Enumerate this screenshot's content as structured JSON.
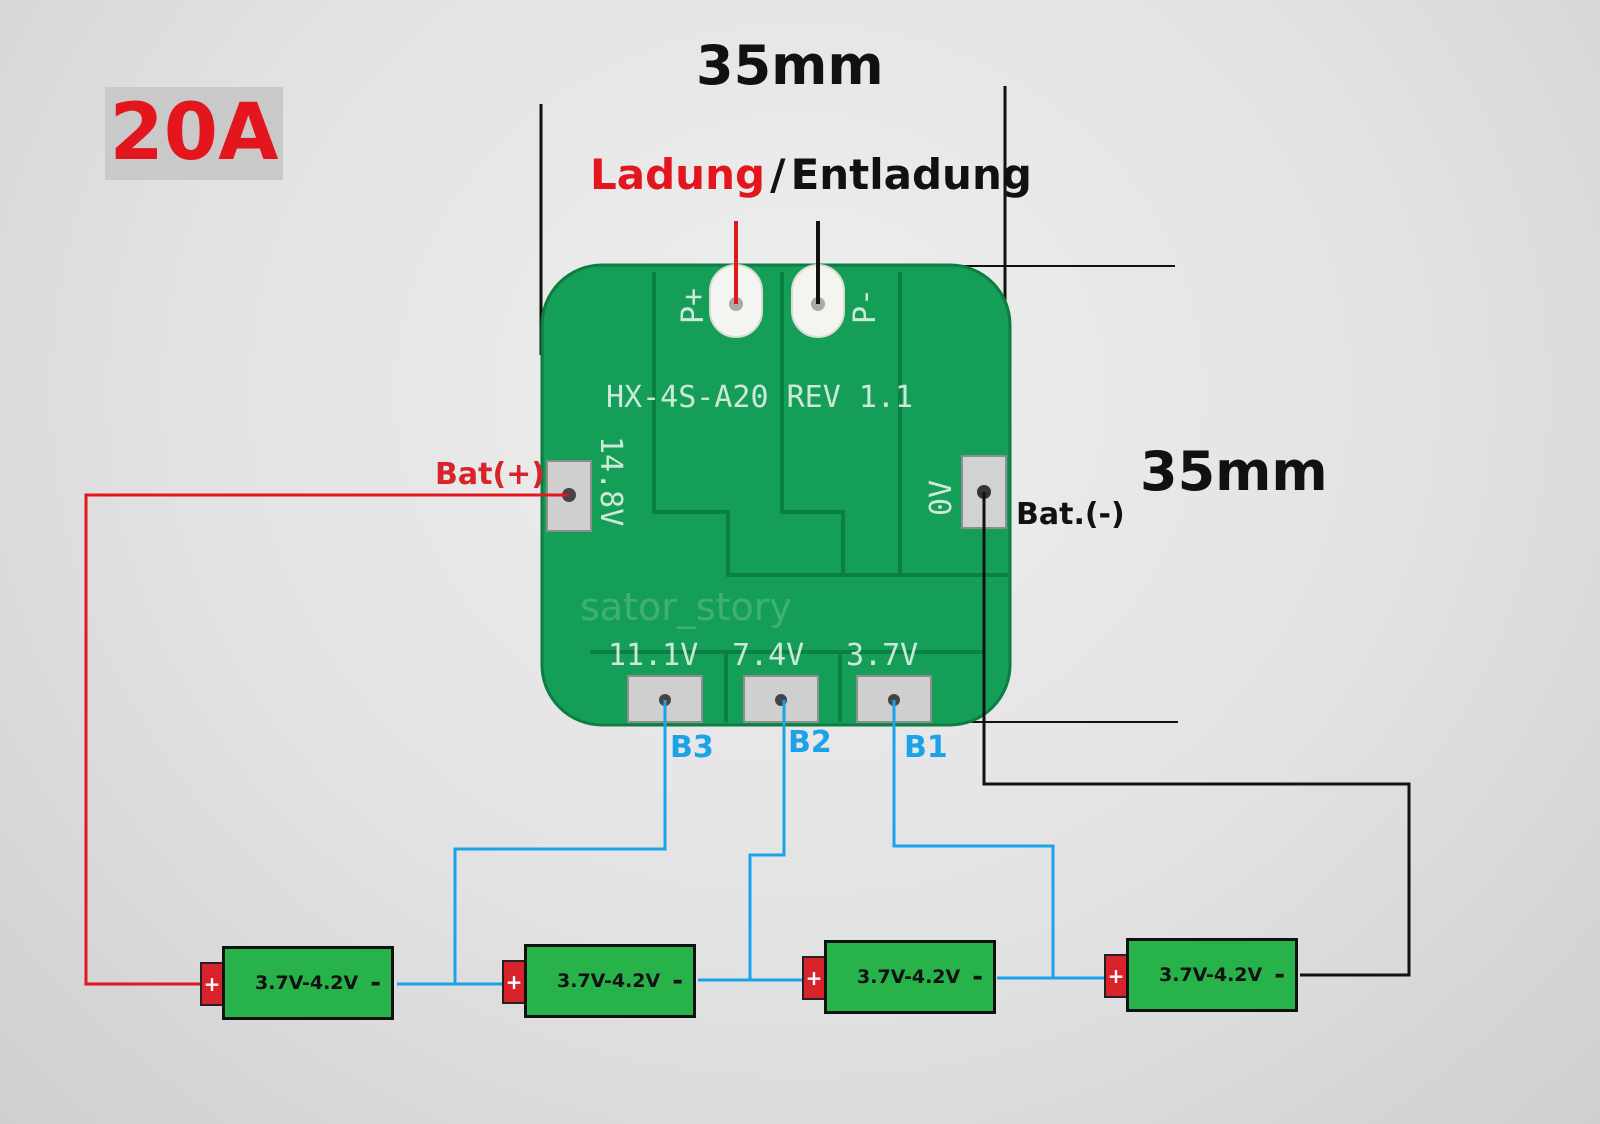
{
  "labels": {
    "current_rating": "20A",
    "dim_width": "35mm",
    "dim_height": "35mm",
    "charge": "Ladung",
    "separator": "/",
    "discharge": "Entladung",
    "bat_plus": "Bat(+)",
    "bat_minus": "Bat.(-)",
    "taps": [
      "B3",
      "B2",
      "B1"
    ]
  },
  "pcb": {
    "pad_labels": [
      "P+",
      "P-"
    ],
    "model": "HX-4S-A20 REV 1.1",
    "pack_voltage": "14.8V",
    "zero_volt": "0V",
    "tap_voltages": [
      "11.1V",
      "7.4V",
      "3.7V"
    ],
    "watermark": "sator_story"
  },
  "cells": [
    {
      "label": "3.7V-4.2V",
      "positive": "+",
      "negative": "-"
    },
    {
      "label": "3.7V-4.2V",
      "positive": "+",
      "negative": "-"
    },
    {
      "label": "3.7V-4.2V",
      "positive": "+",
      "negative": "-"
    },
    {
      "label": "3.7V-4.2V",
      "positive": "+",
      "negative": "-"
    }
  ],
  "colors": {
    "positive_wire": "#e3161e",
    "negative_wire": "#111111",
    "balance_wire": "#1aa3e8",
    "pcb": "#159e58",
    "cell_body": "#27b34a",
    "cell_terminal": "#d8232a"
  }
}
